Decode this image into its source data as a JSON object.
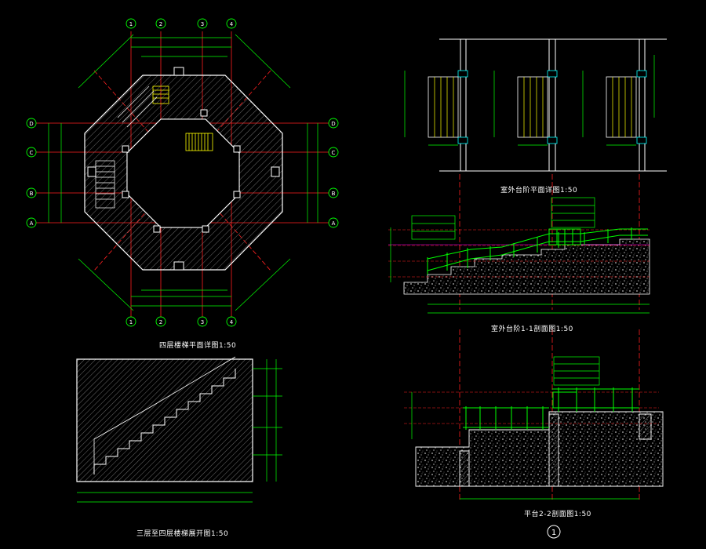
{
  "titles": {
    "plan": "四层楼梯平面详图1:50",
    "stair_section": "三层至四层楼梯展开图1:50",
    "outdoor_plan": "室外台阶平面详图1:50",
    "section_1": "室外台阶1-1剖面图1:50",
    "section_2": "平台2-2剖面图1:50"
  },
  "grid_bubbles_numeric": [
    "1",
    "2",
    "3",
    "4"
  ],
  "grid_bubbles_alpha": [
    "D",
    "C",
    "B",
    "A"
  ],
  "sheet_bubble": "1",
  "colors": {
    "background": "#000000",
    "cad_white": "#ffffff",
    "cad_green": "#00ff00",
    "cad_red": "#ff2020",
    "cad_yellow": "#ffff00",
    "cad_magenta": "#ff00ff"
  }
}
